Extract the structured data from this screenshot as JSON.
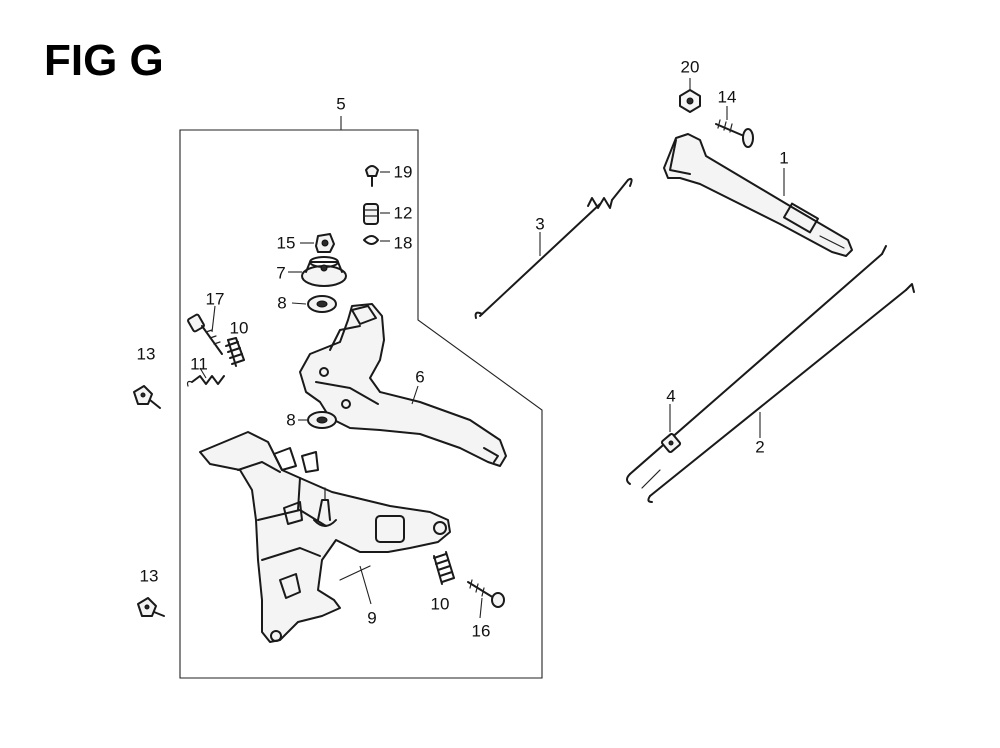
{
  "figure": {
    "title": "FIG G"
  },
  "callouts": {
    "c1": "1",
    "c2": "2",
    "c3": "3",
    "c4": "4",
    "c5": "5",
    "c6": "6",
    "c7": "7",
    "c8a": "8",
    "c8b": "8",
    "c9": "9",
    "c10a": "10",
    "c10b": "10",
    "c11": "11",
    "c12": "12",
    "c13a": "13",
    "c13b": "13",
    "c14": "14",
    "c15": "15",
    "c16": "16",
    "c17": "17",
    "c18": "18",
    "c19": "19",
    "c20": "20"
  }
}
